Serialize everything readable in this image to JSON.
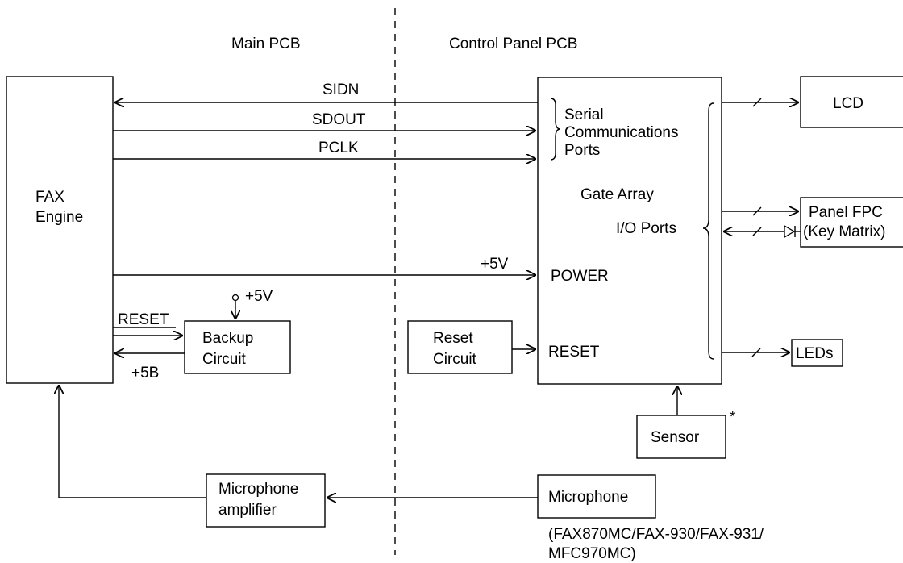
{
  "sections": {
    "main_pcb": "Main PCB",
    "control_panel_pcb": "Control Panel PCB"
  },
  "blocks": {
    "fax_engine": [
      "FAX",
      "Engine"
    ],
    "backup_circuit": [
      "Backup",
      "Circuit"
    ],
    "reset_circuit": [
      "Reset",
      "Circuit"
    ],
    "microphone_amplifier": [
      "Microphone",
      "amplifier"
    ],
    "microphone": "Microphone",
    "sensor": "Sensor",
    "lcd": "LCD",
    "panel_fpc": [
      "Panel FPC",
      "(Key Matrix)"
    ],
    "leds": "LEDs"
  },
  "gate_array": {
    "title": "Gate Array",
    "serial_ports": [
      "Serial",
      "Communications",
      "Ports"
    ],
    "io_ports": "I/O Ports",
    "power": "POWER",
    "reset": "RESET"
  },
  "signals": {
    "sidn": "SIDN",
    "sdout": "SDOUT",
    "pclk": "PCLK",
    "plus5v_power": "+5V",
    "plus5v_backup": "+5V",
    "reset": "RESET",
    "plus5b": "+5B"
  },
  "notes": {
    "sensor_asterisk": "*",
    "microphone_models": [
      "(FAX870MC/FAX-930/FAX-931/",
      "MFC970MC)"
    ]
  }
}
